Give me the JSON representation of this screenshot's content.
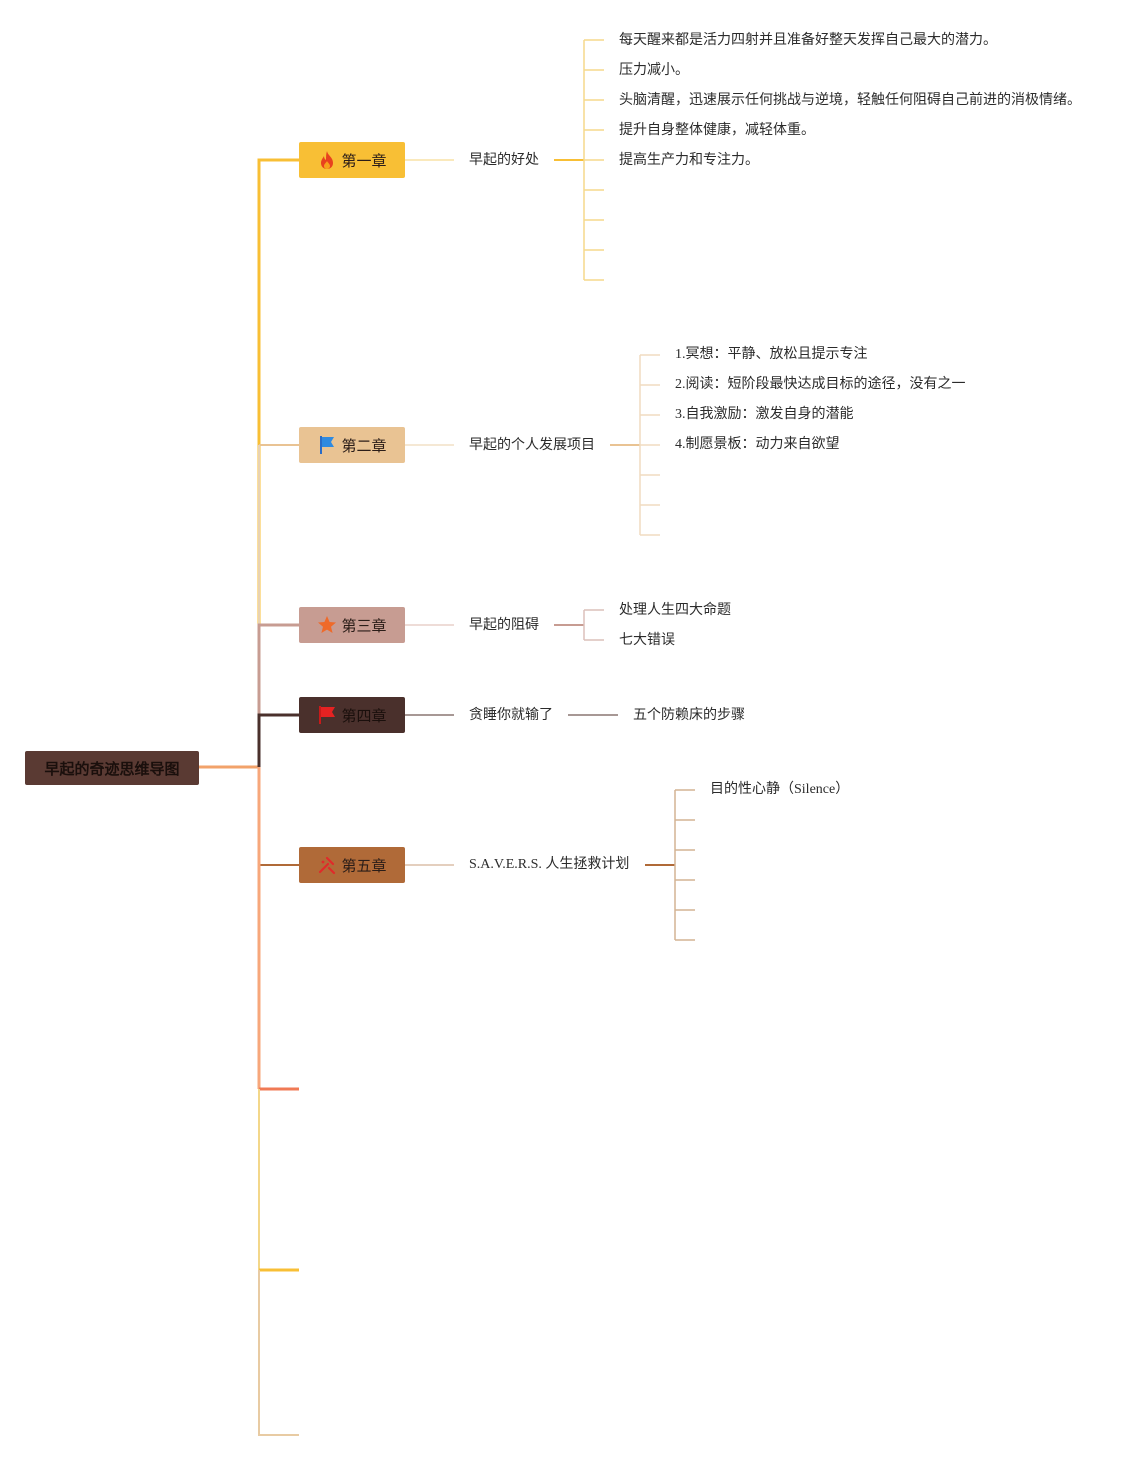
{
  "root": {
    "label": "早起的奇迹思维导图"
  },
  "chapters": [
    {
      "label": "第一章",
      "icon": "fire-icon",
      "topic": "早起的好处",
      "leaves": [
        "每天醒来都是活力四射并且准备好整天发挥自己最大的潜力。",
        "压力减小。",
        "头脑清醒，迅速展示任何挑战与逆境，轻触任何阻碍自己前进的消极情绪。",
        "提升自身整体健康，减轻体重。",
        "提高生产力和专注力。"
      ]
    },
    {
      "label": "第二章",
      "icon": "blue-flag-icon",
      "topic": "早起的个人发展项目",
      "leaves": [
        "1.冥想：平静、放松且提示专注",
        "2.阅读：短阶段最快达成目标的途径，没有之一",
        "3.自我激励：激发自身的潜能",
        "4.制愿景板：动力来自欲望"
      ]
    },
    {
      "label": "第三章",
      "icon": "star-icon",
      "topic": "早起的阻碍",
      "leaves": [
        "处理人生四大命题",
        "七大错误"
      ]
    },
    {
      "label": "第四章",
      "icon": "red-flag-icon",
      "topic": "贪睡你就输了",
      "leaves": [
        "五个防赖床的步骤"
      ]
    },
    {
      "label": "第五章",
      "icon": "tools-icon",
      "topic": "S.A.V.E.R.S. 人生拯救计划",
      "leaves": [
        "目的性心静（Silence）"
      ]
    }
  ],
  "colors": {
    "root_bg": "#5a3a33",
    "ch1": "#f8bf35",
    "ch2": "#e9c393",
    "ch3": "#c79c92",
    "ch4": "#4a302c",
    "ch5": "#b06a38",
    "extra_red": "#f07a55"
  }
}
